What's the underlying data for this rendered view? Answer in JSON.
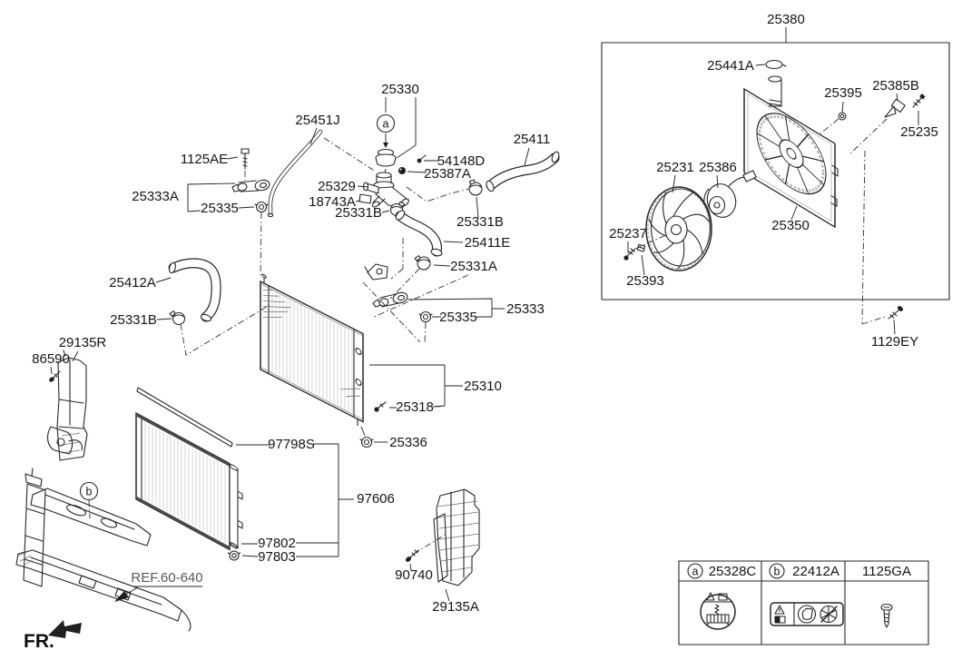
{
  "page": {
    "background": "#ffffff",
    "line_color": "#262626"
  },
  "labels": {
    "25380": "25380",
    "25441A": "25441A",
    "25395": "25395",
    "25385B": "25385B",
    "25235": "25235",
    "25231": "25231",
    "25386": "25386",
    "25350": "25350",
    "25237": "25237",
    "25393": "25393",
    "1129EY": "1129EY",
    "25330": "25330",
    "25451J": "25451J",
    "1125AE": "1125AE",
    "25333A": "25333A",
    "25335": "25335",
    "25329": "25329",
    "18743A": "18743A",
    "25331B": "25331B",
    "54148D": "54148D",
    "25387A": "25387A",
    "25411": "25411",
    "25411E": "25411E",
    "25331A": "25331A",
    "25412A": "25412A",
    "25333": "25333",
    "25310": "25310",
    "25318": "25318",
    "25336": "25336",
    "29135R": "29135R",
    "86590": "86590",
    "97798S": "97798S",
    "97606": "97606",
    "97802": "97802",
    "97803": "97803",
    "90740": "90740",
    "29135A": "29135A"
  },
  "markers": {
    "a": "a",
    "b": "b"
  },
  "legend": {
    "columns": [
      {
        "marker": "a",
        "part": "25328C",
        "icon": "radiator-cap-caution-icon"
      },
      {
        "marker": "b",
        "part": "22412A",
        "icon": "fan-warning-icon"
      },
      {
        "marker": "",
        "part": "1125GA",
        "icon": "screw-icon"
      }
    ]
  },
  "footer": {
    "fr": "FR.",
    "ref": "REF.60-640"
  }
}
